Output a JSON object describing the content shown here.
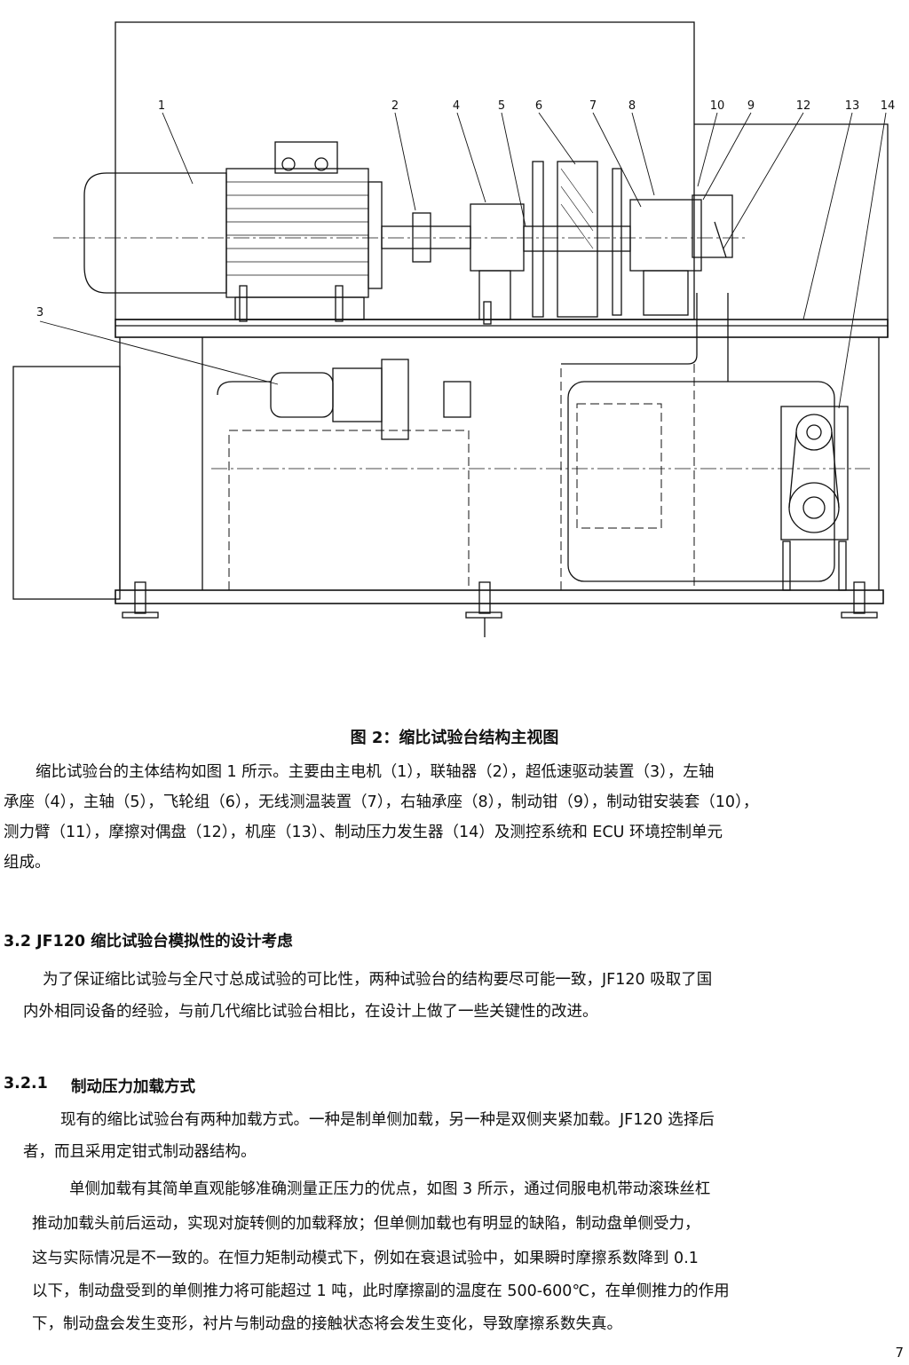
{
  "figure": {
    "callouts": [
      "1",
      "2",
      "4",
      "5",
      "6",
      "7",
      "8",
      "10",
      "9",
      "12",
      "13",
      "14",
      "3"
    ],
    "caption": "图 2：缩比试验台结构主视图"
  },
  "paragraph_intro": {
    "lines": [
      "缩比试验台的主体结构如图 1 所示。主要由主电机（1），联轴器（2），超低速驱动装置（3），左轴",
      "承座（4），主轴（5），飞轮组（6），无线测温装置（7），右轴承座（8），制动钳（9），制动钳安装套（10），",
      "测力臂（11），摩擦对偶盘（12），机座（13）、制动压力发生器（14）及测控系统和 ECU 环境控制单元",
      "组成。"
    ]
  },
  "section_3_2": {
    "heading": "3.2  JF120 缩比试验台模拟性的设计考虑",
    "lines": [
      "为了保证缩比试验与全尺寸总成试验的可比性，两种试验台的结构要尽可能一致，JF120 吸取了国",
      "内外相同设备的经验，与前几代缩比试验台相比，在设计上做了一些关键性的改进。"
    ]
  },
  "section_3_2_1": {
    "number": "3.2.1",
    "title": "制动压力加载方式",
    "p1_lines": [
      "现有的缩比试验台有两种加载方式。一种是制单侧加载，另一种是双侧夹紧加载。JF120 选择后",
      "者，而且采用定钳式制动器结构。"
    ],
    "p2_lines": [
      "单侧加载有其简单直观能够准确测量正压力的优点，如图 3 所示，通过伺服电机带动滚珠丝杠",
      "推动加载头前后运动，实现对旋转侧的加载释放；但单侧加载也有明显的缺陷，制动盘单侧受力，",
      "这与实际情况是不一致的。在恒力矩制动模式下，例如在衰退试验中，如果瞬时摩擦系数降到  0.1",
      "以下，制动盘受到的单侧推力将可能超过 1 吨，此时摩擦副的温度在 500-600℃，在单侧推力的作用",
      "下，制动盘会发生变形，衬片与制动盘的接触状态将会发生变化，导致摩擦系数失真。"
    ]
  },
  "page_number": "7"
}
